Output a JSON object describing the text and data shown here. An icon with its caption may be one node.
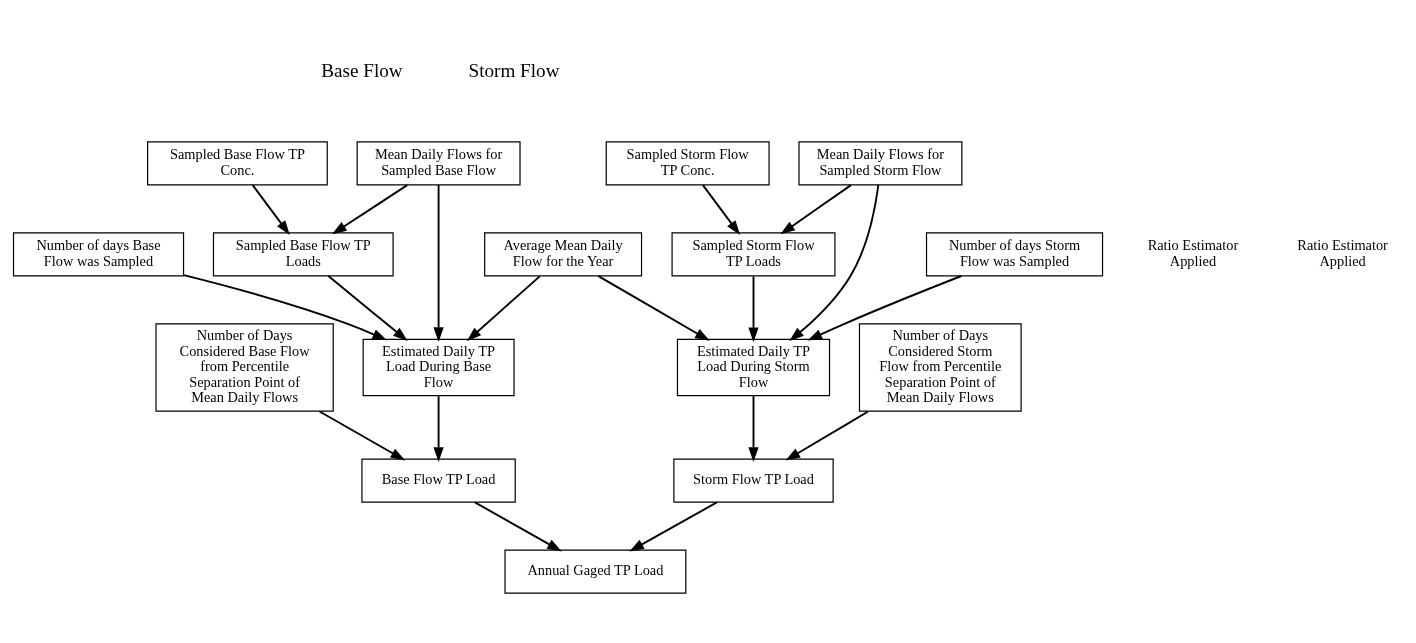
{
  "diagram": {
    "nodes": [
      {
        "text": [
          "Mean Daily Flows for Sampled Base Flow"
        ]
      },
      {
        "text": [
          "Sampled Base Flow TP Conc."
        ]
      },
      {
        "text": [
          "Sampled Base Flow TP Loads"
        ]
      },
      {
        "text": [
          "Number of days Base Flow was Sampled"
        ]
      },
      {
        "text": [
          "Average Mean Daily Flow for the Year"
        ]
      },
      {
        "text": [
          "Number of days Storm Flow was Sampled"
        ]
      },
      {
        "text": [
          "Sampled Storm Flow TP Conc."
        ]
      },
      {
        "text": [
          "Mean Daily Flows for Sampled Storm Flow"
        ]
      },
      {
        "text": [
          "Sampled Storm Flow TP Loads"
        ]
      },
      {
        "text": [
          "Number of Days Considered Base Flow from Percentile Separation Point of Mean Daily Flows"
        ]
      },
      {
        "text": [
          "Estimated Daily TP Load During Base Flow"
        ]
      },
      {
        "text": [
          "Estimated Daily TP Load During Storm Flow"
        ]
      },
      {
        "text": [
          "Number of Days Considered Storm Flow from Percentile Separation Point of Mean Daily Flows"
        ]
      },
      {
        "text": [
          "Base Flow TP Load"
        ]
      },
      {
        "text": [
          "Storm Flow TP Load"
        ]
      },
      {
        "text": [
          "Annual Gaged TP Load"
        ]
      }
    ],
    "edges": [
      {
        "from": 0,
        "to": 2,
        "arrow": "to"
      },
      {
        "from": 0,
        "to": 10,
        "arrow": "to"
      },
      {
        "from": 1,
        "to": 2,
        "arrow": "to"
      },
      {
        "from": 2,
        "to": 10,
        "arrow": "to"
      },
      {
        "from": 3,
        "to": 10,
        "arrow": "to"
      },
      {
        "from": 4,
        "to": 10,
        "arrow": "to"
      },
      {
        "from": 4,
        "to": 11,
        "arrow": "to"
      },
      {
        "from": 5,
        "to": 11,
        "arrow": "to"
      },
      {
        "from": 6,
        "to": 8,
        "arrow": "to"
      },
      {
        "from": 7,
        "to": 8,
        "arrow": "to"
      },
      {
        "from": 7,
        "to": 11,
        "arrow": "to"
      },
      {
        "from": 8,
        "to": 11,
        "arrow": "to"
      },
      {
        "from": 9,
        "to": 13,
        "arrow": "to"
      },
      {
        "from": 10,
        "to": 13,
        "arrow": "to"
      },
      {
        "from": 11,
        "to": 14,
        "arrow": "to"
      },
      {
        "from": 12,
        "to": 14,
        "arrow": "to"
      },
      {
        "from": 13,
        "to": 15,
        "arrow": "to"
      },
      {
        "from": 14,
        "to": 15,
        "arrow": "to"
      }
    ],
    "labels": [
      "Base Flow",
      "Storm Flow",
      "Ratio Estimator Applied",
      "Ratio Estimator Applied"
    ]
  }
}
